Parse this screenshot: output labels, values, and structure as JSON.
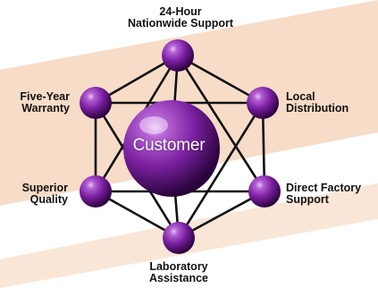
{
  "diagram": {
    "center": {
      "label": "Customer"
    },
    "nodes": [
      {
        "id": "top",
        "lines": [
          "24-Hour",
          "Nationwide Support"
        ]
      },
      {
        "id": "upper-right",
        "lines": [
          "Local",
          "Distribution"
        ]
      },
      {
        "id": "lower-right",
        "lines": [
          "Direct Factory",
          "Support"
        ]
      },
      {
        "id": "bottom",
        "lines": [
          "Laboratory",
          "Assistance"
        ]
      },
      {
        "id": "lower-left",
        "lines": [
          "Superior",
          "Quality"
        ]
      },
      {
        "id": "upper-left",
        "lines": [
          "Five-Year",
          "Warranty"
        ]
      }
    ]
  },
  "colors": {
    "sphere": "#7a1fa0",
    "sphere_highlight": "#d9a8ec",
    "sphere_shadow": "#3a0650",
    "band": "#f6d9c4",
    "lines": "#111111"
  }
}
